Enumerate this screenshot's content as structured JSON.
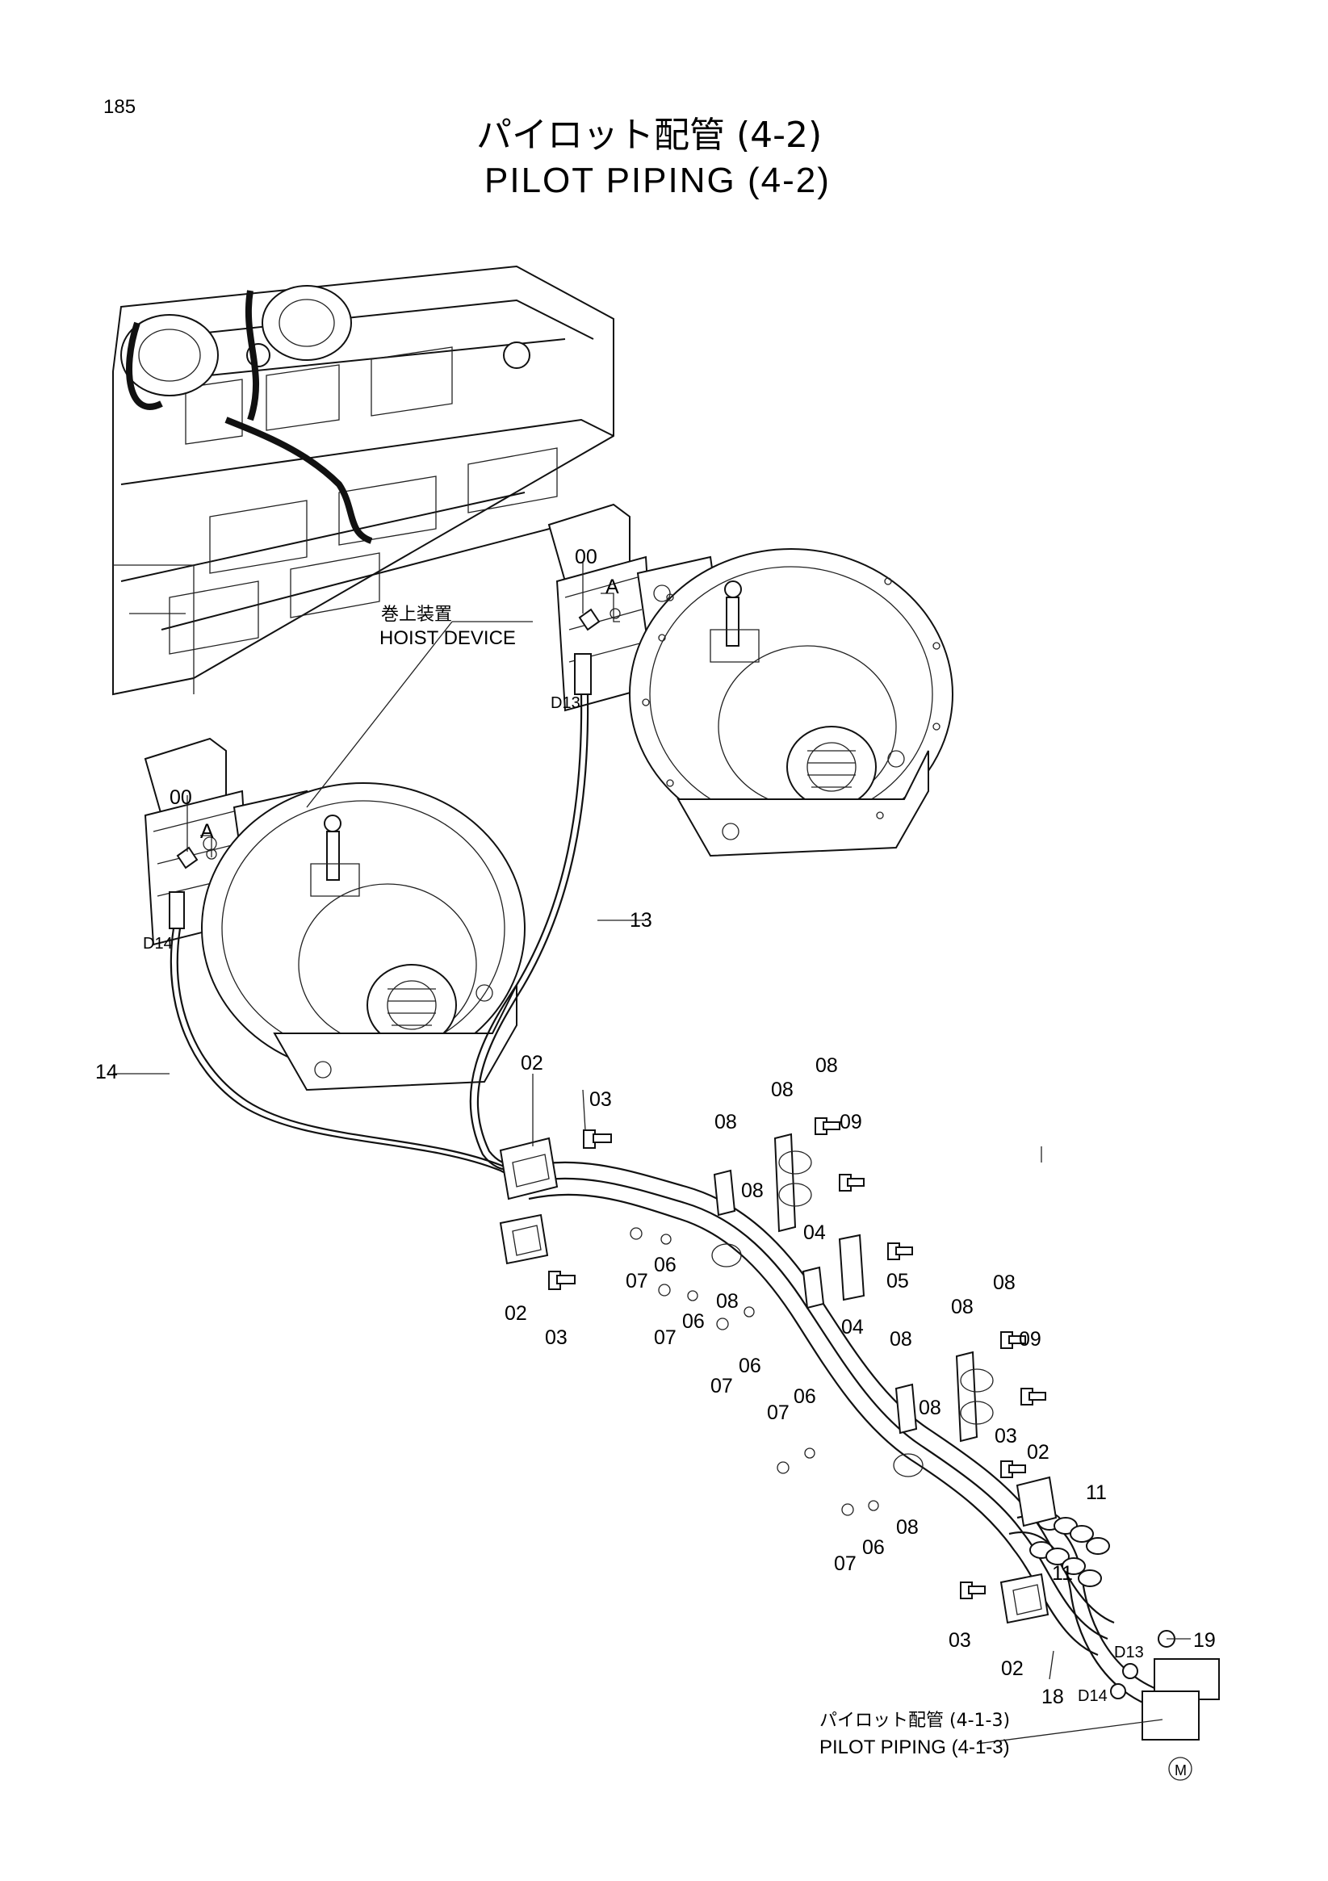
{
  "page_number": "185",
  "title_jp": "パイロット配管 (4-2)",
  "title_en": "PILOT PIPING (4-2)",
  "notes": {
    "hoist_jp": "巻上装置",
    "hoist_en": "HOIST DEVICE",
    "pilot_ref_jp": "パイロット配管 (4-1-3)",
    "pilot_ref_en": "PILOT PIPING (4-1-3)"
  },
  "markers": {
    "a": "A",
    "m": "M"
  },
  "callouts": [
    {
      "id": "00-upper",
      "text": "00"
    },
    {
      "id": "d13-upper",
      "text": "D13"
    },
    {
      "id": "00-lower",
      "text": "00"
    },
    {
      "id": "d14-lower",
      "text": "D14"
    },
    {
      "id": "13",
      "text": "13"
    },
    {
      "id": "14",
      "text": "14"
    },
    {
      "id": "02-a",
      "text": "02"
    },
    {
      "id": "03-a",
      "text": "03"
    },
    {
      "id": "02-b",
      "text": "02"
    },
    {
      "id": "03-b",
      "text": "03"
    },
    {
      "id": "08-a",
      "text": "08"
    },
    {
      "id": "08-b",
      "text": "08"
    },
    {
      "id": "08-c",
      "text": "08"
    },
    {
      "id": "09-a",
      "text": "09"
    },
    {
      "id": "08-d",
      "text": "08"
    },
    {
      "id": "07-a",
      "text": "07"
    },
    {
      "id": "06-a",
      "text": "06"
    },
    {
      "id": "07-b",
      "text": "07"
    },
    {
      "id": "06-b",
      "text": "06"
    },
    {
      "id": "08-e",
      "text": "08"
    },
    {
      "id": "07-c",
      "text": "07"
    },
    {
      "id": "06-c",
      "text": "06"
    },
    {
      "id": "04-a",
      "text": "04"
    },
    {
      "id": "04-b",
      "text": "04"
    },
    {
      "id": "05",
      "text": "05"
    },
    {
      "id": "08-f",
      "text": "08"
    },
    {
      "id": "08-g",
      "text": "08"
    },
    {
      "id": "09-b",
      "text": "09"
    },
    {
      "id": "08-h",
      "text": "08"
    },
    {
      "id": "08-i",
      "text": "08"
    },
    {
      "id": "07-d",
      "text": "07"
    },
    {
      "id": "06-d",
      "text": "06"
    },
    {
      "id": "03-c",
      "text": "03"
    },
    {
      "id": "02-c",
      "text": "02"
    },
    {
      "id": "08-j",
      "text": "08"
    },
    {
      "id": "07-e",
      "text": "07"
    },
    {
      "id": "06-e",
      "text": "06"
    },
    {
      "id": "11-a",
      "text": "11"
    },
    {
      "id": "11-b",
      "text": "11"
    },
    {
      "id": "03-d",
      "text": "03"
    },
    {
      "id": "02-d",
      "text": "02"
    },
    {
      "id": "d13-lower",
      "text": "D13"
    },
    {
      "id": "19",
      "text": "19"
    },
    {
      "id": "d14-block",
      "text": "D14"
    },
    {
      "id": "18",
      "text": "18"
    }
  ]
}
